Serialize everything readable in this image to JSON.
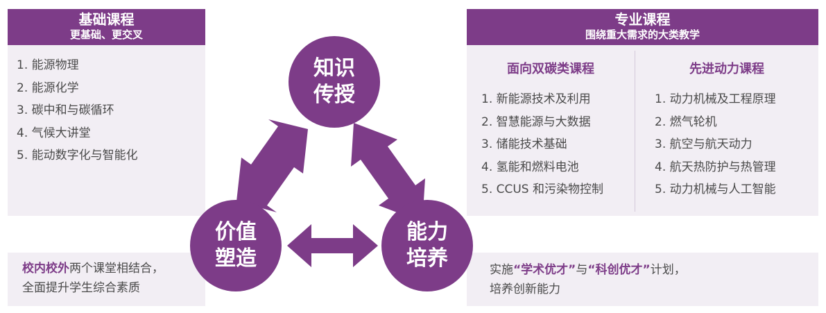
{
  "basic": {
    "title": "基础课程",
    "subtitle": "更基础、更交叉",
    "items": [
      "1. 能源物理",
      "2. 能源化学",
      "3. 碳中和与碳循环",
      "4. 气候大讲堂",
      "5. 能动数字化与智能化"
    ]
  },
  "professional": {
    "title": "专业课程",
    "subtitle": "围绕重大需求的大类教学",
    "left": {
      "heading": "面向双碳类课程",
      "items": [
        "1. 新能源技术及利用",
        "2. 智慧能源与大数据",
        "3. 储能技术基础",
        "4. 氢能和燃料电池",
        "5. CCUS 和污染物控制"
      ]
    },
    "right": {
      "heading": "先进动力课程",
      "items": [
        "1. 动力机械及工程原理",
        "2. 燃气轮机",
        "3. 航空与航天动力",
        "4. 航天热防护与热管理",
        "5. 动力机械与人工智能"
      ]
    }
  },
  "circles": {
    "knowledge": [
      "知识",
      "传授"
    ],
    "value": [
      "价值",
      "塑造"
    ],
    "ability": [
      "能力",
      "培养"
    ]
  },
  "notes": {
    "left": {
      "highlight": "校内校外",
      "line1_rest": "两个课堂相结合，",
      "line2": "全面提升学生综合素质"
    },
    "right": {
      "p1": "实施",
      "q1": "“学术优才”",
      "p2": "与",
      "q2": "“科创优才”",
      "p3": "计划，",
      "line2": "培养创新能力"
    }
  },
  "colors": {
    "accent": "#7d3c88",
    "panel": "#f2eef4"
  }
}
